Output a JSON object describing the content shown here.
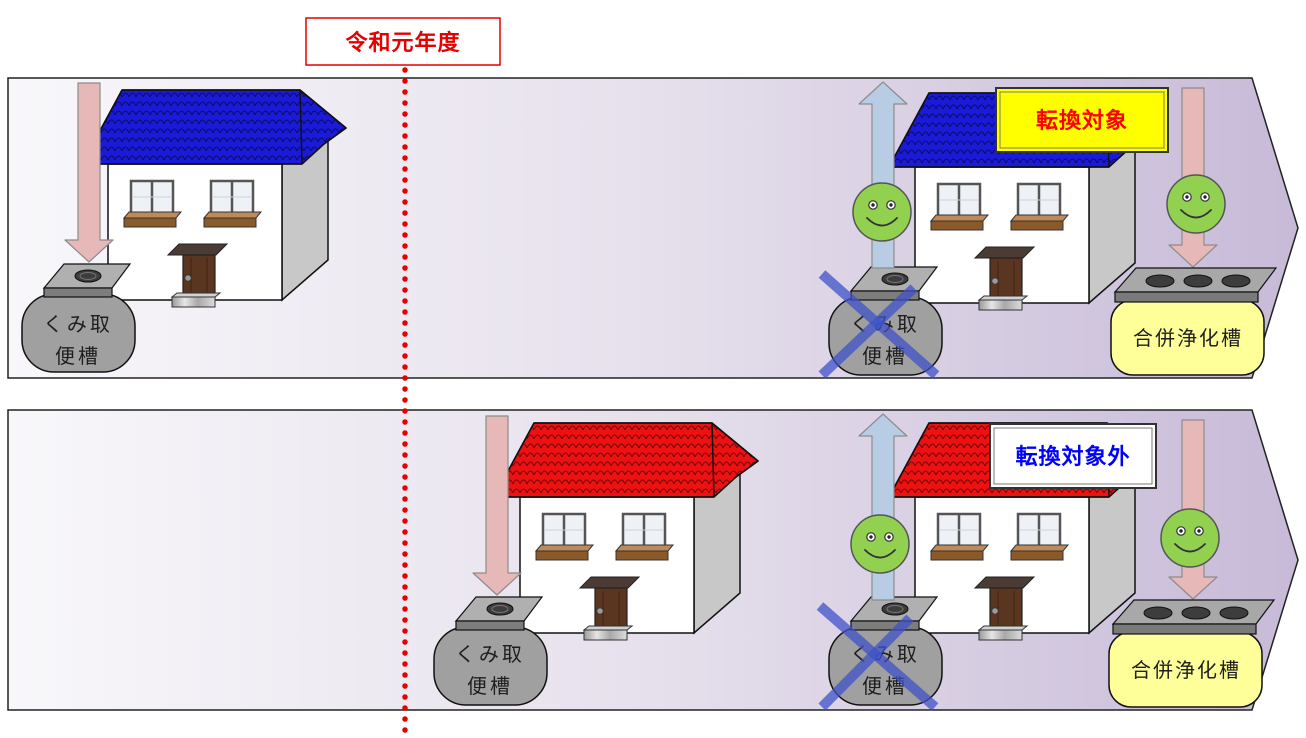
{
  "header": {
    "fiscal_year": "令和元年度"
  },
  "colors": {
    "divider_line": "#e60000",
    "band_start": "#f8f7fa",
    "band_mid": "#e6e0ec",
    "band_end": "#c7bad8",
    "arrow_inflow": "#e6b8b7",
    "arrow_outflow": "#b8cce4",
    "smiley": "#92d050",
    "old_tank": "#a0a0a0",
    "septic_tank": "#ffff99",
    "cross_mark": "#3f51c8"
  },
  "rows": [
    {
      "roof_color": "#1a1ad8",
      "before": {
        "tank_label_line1": "くみ取",
        "tank_label_line2": "便槽"
      },
      "after": {
        "old_tank_label_line1": "くみ取",
        "old_tank_label_line2": "便槽",
        "new_tank_label": "合併浄化槽",
        "status": "転換対象",
        "status_bg": "#ffff00",
        "status_text_color": "#ff0000"
      }
    },
    {
      "roof_color": "#ee1111",
      "before": {
        "tank_label_line1": "くみ取",
        "tank_label_line2": "便槽"
      },
      "after": {
        "old_tank_label_line1": "くみ取",
        "old_tank_label_line2": "便槽",
        "new_tank_label": "合併浄化槽",
        "status": "転換対象外",
        "status_bg": "#ffffff",
        "status_text_color": "#0000ff"
      }
    }
  ]
}
